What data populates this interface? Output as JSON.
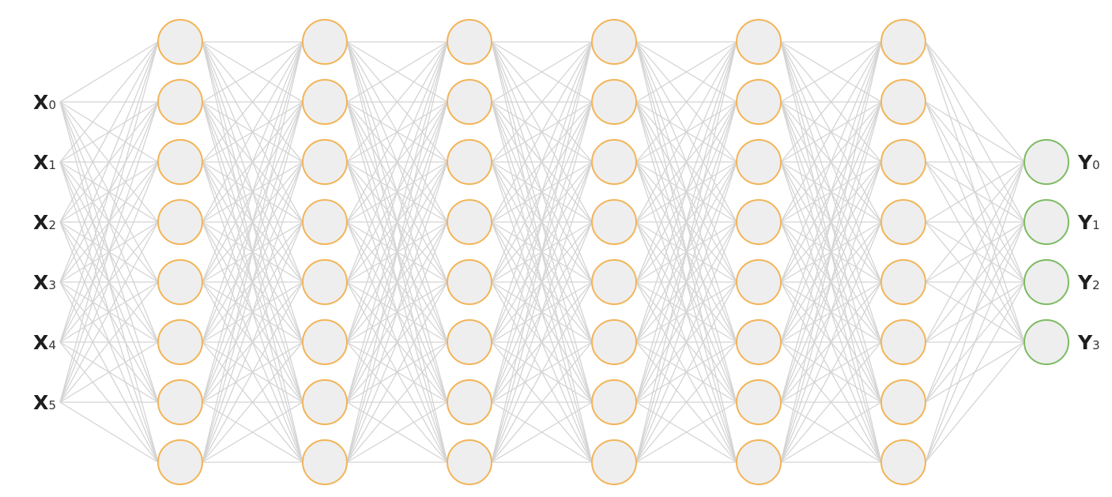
{
  "network": {
    "input_labels": [
      {
        "letter": "X",
        "index": "0"
      },
      {
        "letter": "X",
        "index": "1"
      },
      {
        "letter": "X",
        "index": "2"
      },
      {
        "letter": "X",
        "index": "3"
      },
      {
        "letter": "X",
        "index": "4"
      },
      {
        "letter": "X",
        "index": "5"
      }
    ],
    "hidden_layers": [
      8,
      8,
      8,
      8,
      8,
      8
    ],
    "output_labels": [
      {
        "letter": "Y",
        "index": "0"
      },
      {
        "letter": "Y",
        "index": "1"
      },
      {
        "letter": "Y",
        "index": "2"
      },
      {
        "letter": "Y",
        "index": "3"
      }
    ]
  },
  "colors": {
    "edge": "#d4d4d4",
    "node_fill": "#eeeeee",
    "hidden_stroke": "#f2b457",
    "output_stroke": "#7dbb62",
    "label": "#1e1e1e"
  }
}
